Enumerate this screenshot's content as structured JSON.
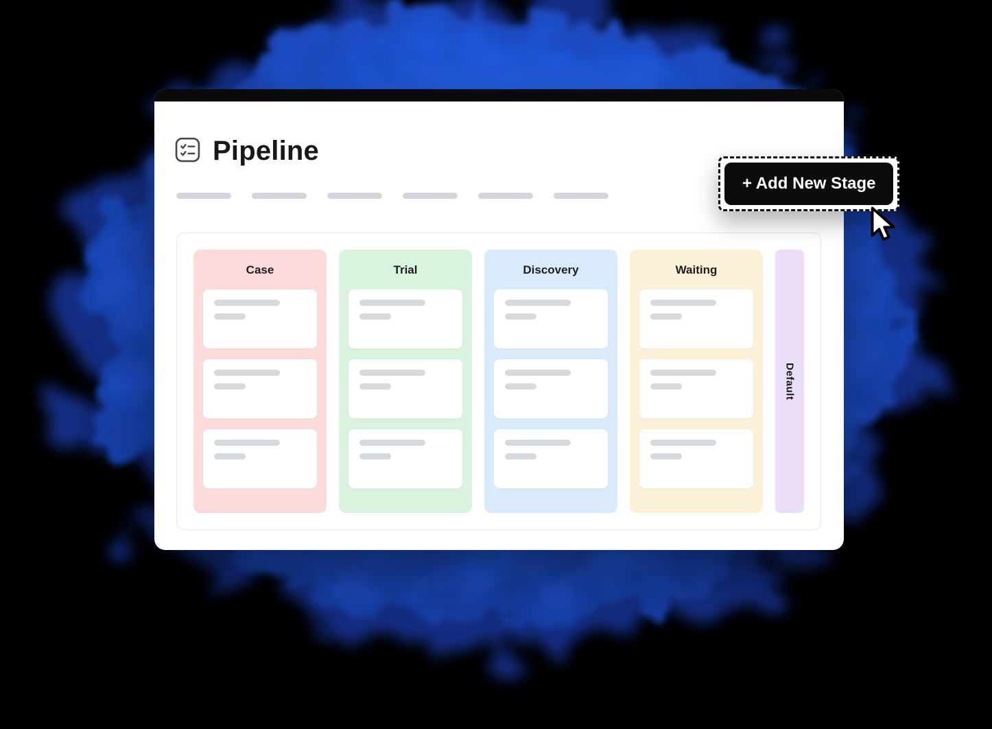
{
  "window": {
    "title": "Pipeline",
    "title_icon": "checklist-icon"
  },
  "actions": {
    "add_new_stage": "+ Add New Stage"
  },
  "board": {
    "columns": [
      {
        "id": "case",
        "label": "Case",
        "bg": "#FBDBDB",
        "card_count": 3
      },
      {
        "id": "trial",
        "label": "Trial",
        "bg": "#D9F3DE",
        "card_count": 3
      },
      {
        "id": "discovery",
        "label": "Discovery",
        "bg": "#D9EBFB",
        "card_count": 3
      },
      {
        "id": "waiting",
        "label": "Waiting",
        "bg": "#FBF1D9",
        "card_count": 3
      }
    ],
    "default_stage": {
      "label": "Default",
      "bg": "#EADFF6"
    }
  },
  "skeleton": {
    "toolbar_pill_count": 6,
    "card_line_count": 2
  },
  "colors": {
    "page_background": "#000000",
    "glow_blue": "#2A6EF5",
    "glow_edge_navy": "#16338F",
    "window_background": "#FFFFFF",
    "button_background": "#0C0C0C",
    "button_text": "#FFFFFF",
    "skeleton_gray": "#D7DADD"
  }
}
